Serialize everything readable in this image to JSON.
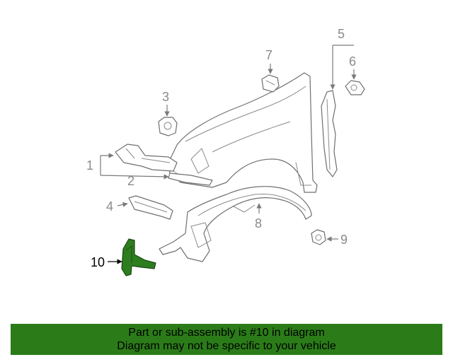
{
  "colors": {
    "highlight": "#2e7d1f",
    "banner": "#2b7c19",
    "line": "#6f6f6f",
    "label": "#8a8a8a"
  },
  "callouts": {
    "c1": "1",
    "c2": "2",
    "c3": "3",
    "c4": "4",
    "c5": "5",
    "c6": "6",
    "c7": "7",
    "c8": "8",
    "c9": "9",
    "c10": "10"
  },
  "highlighted_part": "10",
  "banner": {
    "line1": "Part or sub-assembly is #10 in diagram",
    "line2": "Diagram may not be specific to your vehicle"
  }
}
